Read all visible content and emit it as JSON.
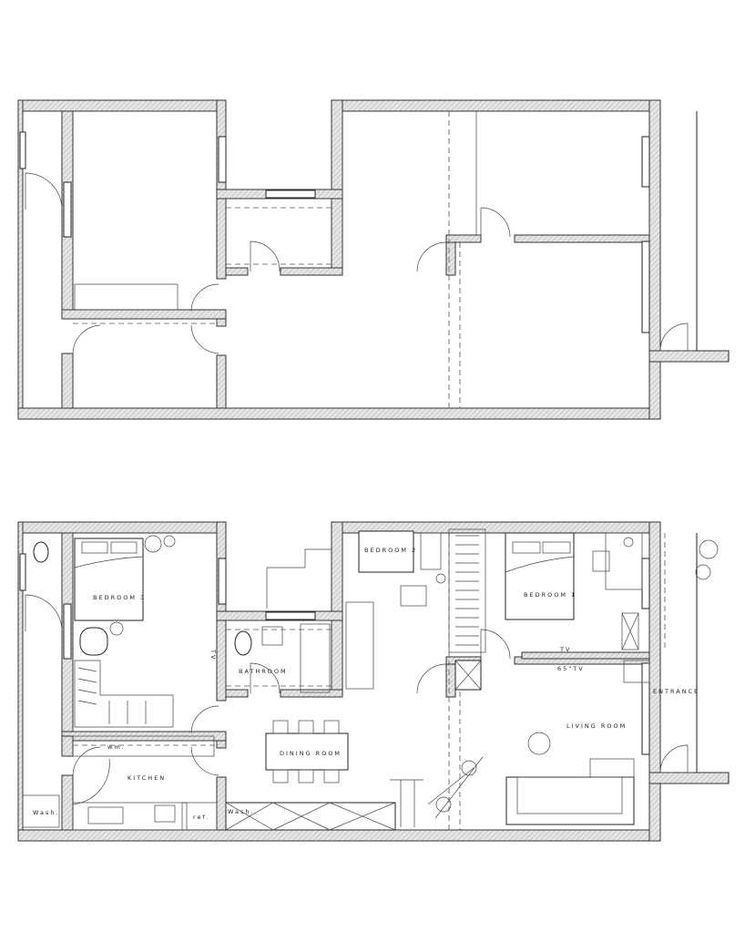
{
  "plans": {
    "existing": {},
    "proposed": {
      "rooms": {
        "bedroom3": "BEDROOM 3",
        "bedroom2": "BEDROOM 2",
        "bedroom1": "BEDROOM 1",
        "bathroom": "BATHROOM",
        "dining": "DINING ROOM",
        "kitchen": "KITCHEN",
        "living": "LIVING ROOM",
        "entrance": "ENTRANCE"
      },
      "annotations": {
        "tv_bedroom3": "TV",
        "tv_bedroom1": "TV",
        "tv_living": "65\"TV",
        "wash_left": "Wash.",
        "wm": "wm.",
        "ref": "ref.",
        "wash_right": "Wash."
      }
    }
  }
}
